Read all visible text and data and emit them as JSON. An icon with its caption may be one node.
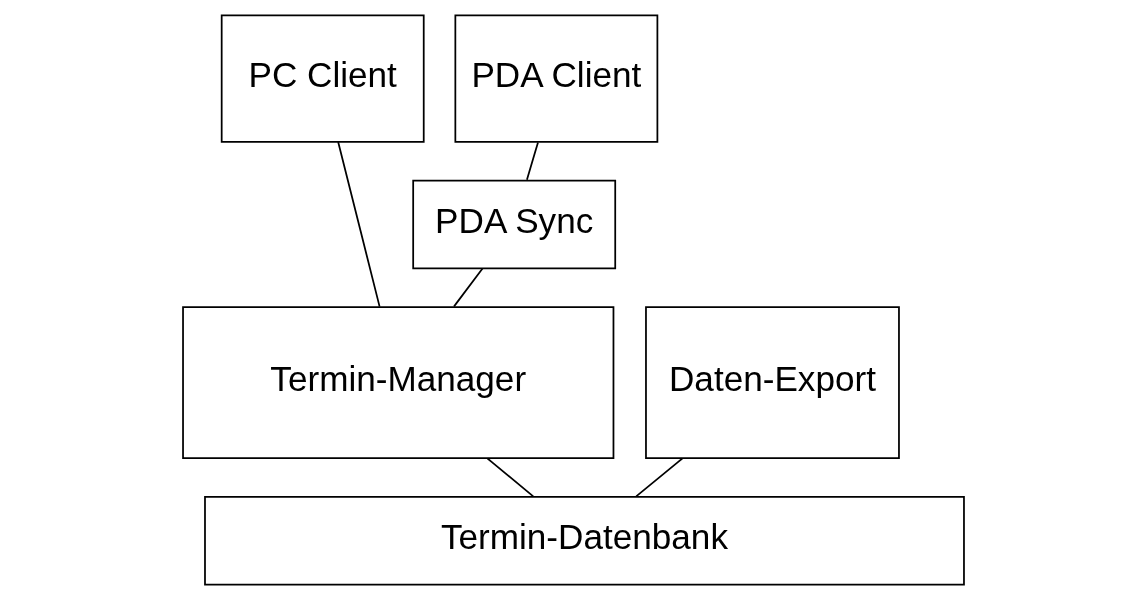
{
  "diagram": {
    "nodes": [
      {
        "text": [
          "PC Client"
        ]
      },
      {
        "text": [
          "PDA Client"
        ]
      },
      {
        "text": [
          "PDA Sync"
        ]
      },
      {
        "text": [
          "Termin-Manager"
        ]
      },
      {
        "text": [
          "Daten-Export"
        ]
      },
      {
        "text": [
          "Termin-Datenbank"
        ]
      }
    ],
    "edges": [
      {
        "from": 0,
        "to": 3,
        "arrow": "none"
      },
      {
        "from": 1,
        "to": 2,
        "arrow": "none"
      },
      {
        "from": 2,
        "to": 3,
        "arrow": "none"
      },
      {
        "from": 3,
        "to": 5,
        "arrow": "none"
      },
      {
        "from": 4,
        "to": 5,
        "arrow": "none"
      }
    ]
  }
}
